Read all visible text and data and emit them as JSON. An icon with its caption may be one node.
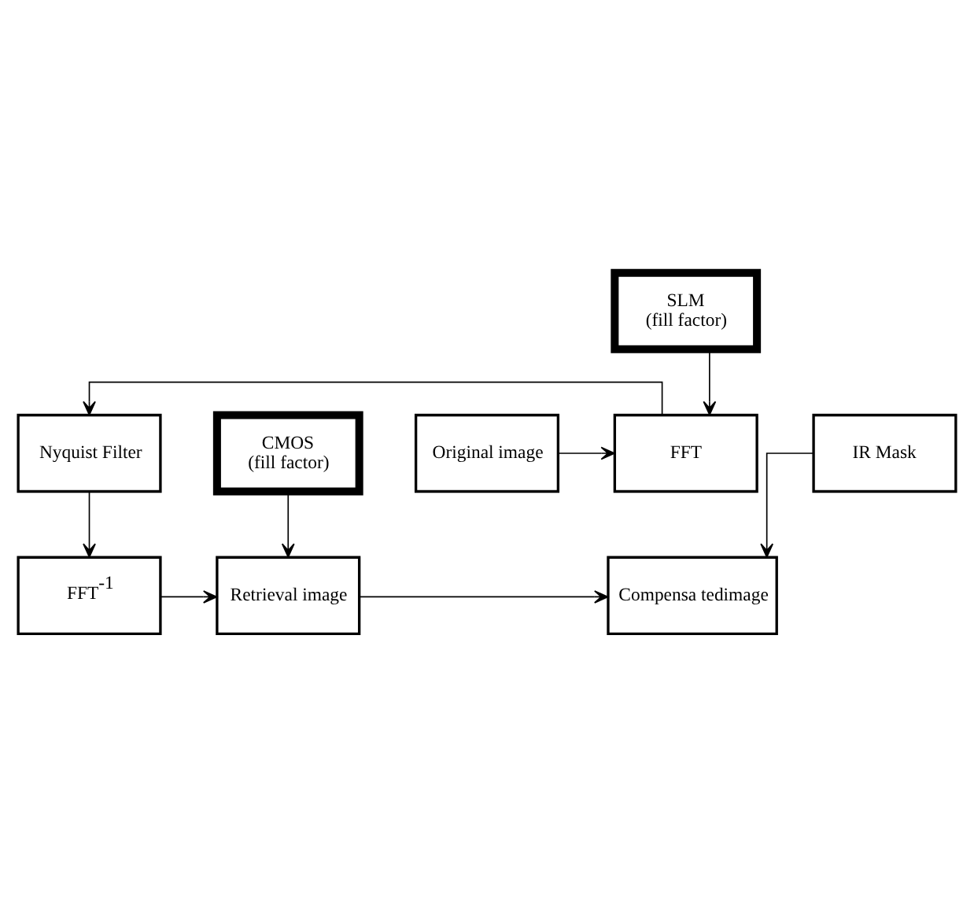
{
  "diagram": {
    "nodes": [
      {
        "text": [
          "SLM",
          "(fill factor)"
        ]
      },
      {
        "text": [
          "Original image"
        ]
      },
      {
        "text": [
          "FFT"
        ]
      },
      {
        "text": [
          "Nyquist Filter"
        ]
      },
      {
        "text": [
          "FFT$^{-1}$"
        ]
      },
      {
        "text": [
          "Retrieval image"
        ]
      },
      {
        "text": [
          "Compensa tedimage"
        ]
      },
      {
        "text": [
          "CMOS",
          "(fill factor)"
        ]
      },
      {
        "text": [
          "IR Mask"
        ]
      }
    ],
    "edges": [
      {
        "from": 1,
        "to": 2,
        "arrow": "to"
      },
      {
        "from": 0,
        "to": 2,
        "arrow": "to"
      },
      {
        "from": 2,
        "to": 3,
        "arrow": "to"
      },
      {
        "from": 3,
        "to": 4,
        "arrow": "to"
      },
      {
        "from": 4,
        "to": 5,
        "arrow": "to"
      },
      {
        "from": 7,
        "to": 5,
        "arrow": "to"
      },
      {
        "from": 5,
        "to": 6,
        "arrow": "to"
      },
      {
        "from": 8,
        "to": 6,
        "arrow": "to"
      }
    ]
  }
}
